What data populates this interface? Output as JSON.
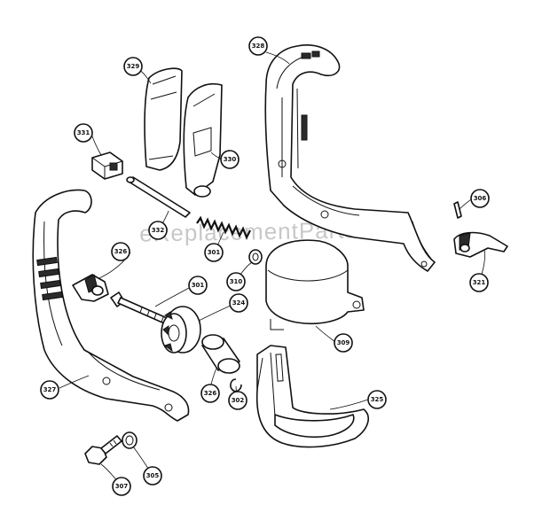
{
  "watermark": "eReplacementParts.com",
  "parts": [
    {
      "number": "328"
    },
    {
      "number": "329"
    },
    {
      "number": "330"
    },
    {
      "number": "331"
    },
    {
      "number": "332"
    },
    {
      "number": "301"
    },
    {
      "number": "326"
    },
    {
      "number": "327"
    },
    {
      "number": "301"
    },
    {
      "number": "324"
    },
    {
      "number": "310"
    },
    {
      "number": "309"
    },
    {
      "number": "306"
    },
    {
      "number": "321"
    },
    {
      "number": "326"
    },
    {
      "number": "302"
    },
    {
      "number": "325"
    },
    {
      "number": "307"
    },
    {
      "number": "305"
    }
  ]
}
